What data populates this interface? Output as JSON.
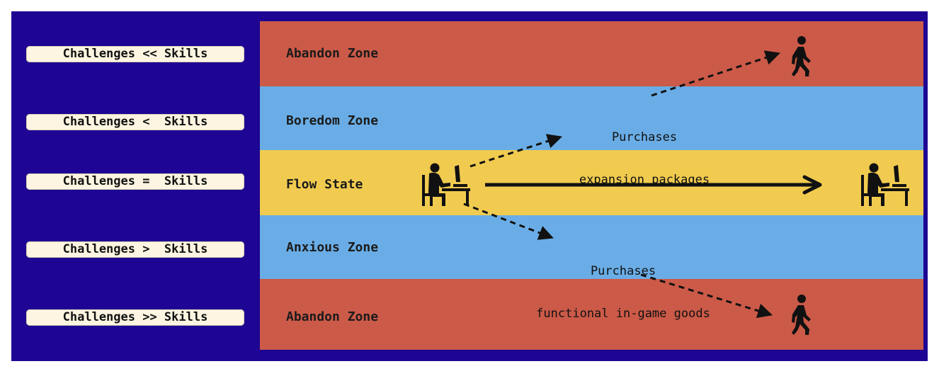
{
  "rows": [
    {
      "label": "Challenges << Skills",
      "zone": "Abandon Zone",
      "color": "#cc5a48"
    },
    {
      "label": "Challenges <  Skills",
      "zone": "Boredom Zone",
      "color": "#6aade6"
    },
    {
      "label": "Challenges =  Skills",
      "zone": "Flow State",
      "color": "#f1cb4f"
    },
    {
      "label": "Challenges >  Skills",
      "zone": "Anxious Zone",
      "color": "#6aade6"
    },
    {
      "label": "Challenges >> Skills",
      "zone": "Abandon Zone",
      "color": "#cc5a48"
    }
  ],
  "notes": {
    "upper": {
      "line1": "Purchases",
      "line2": "expansion packages"
    },
    "lower": {
      "line1": "Purchases",
      "line2": "functional in-game goods"
    }
  },
  "colors": {
    "frame": "#1e0593",
    "label_bg": "#fdf5e1",
    "ink": "#111111"
  },
  "icons": [
    "person-at-computer-icon",
    "walking-person-icon"
  ]
}
